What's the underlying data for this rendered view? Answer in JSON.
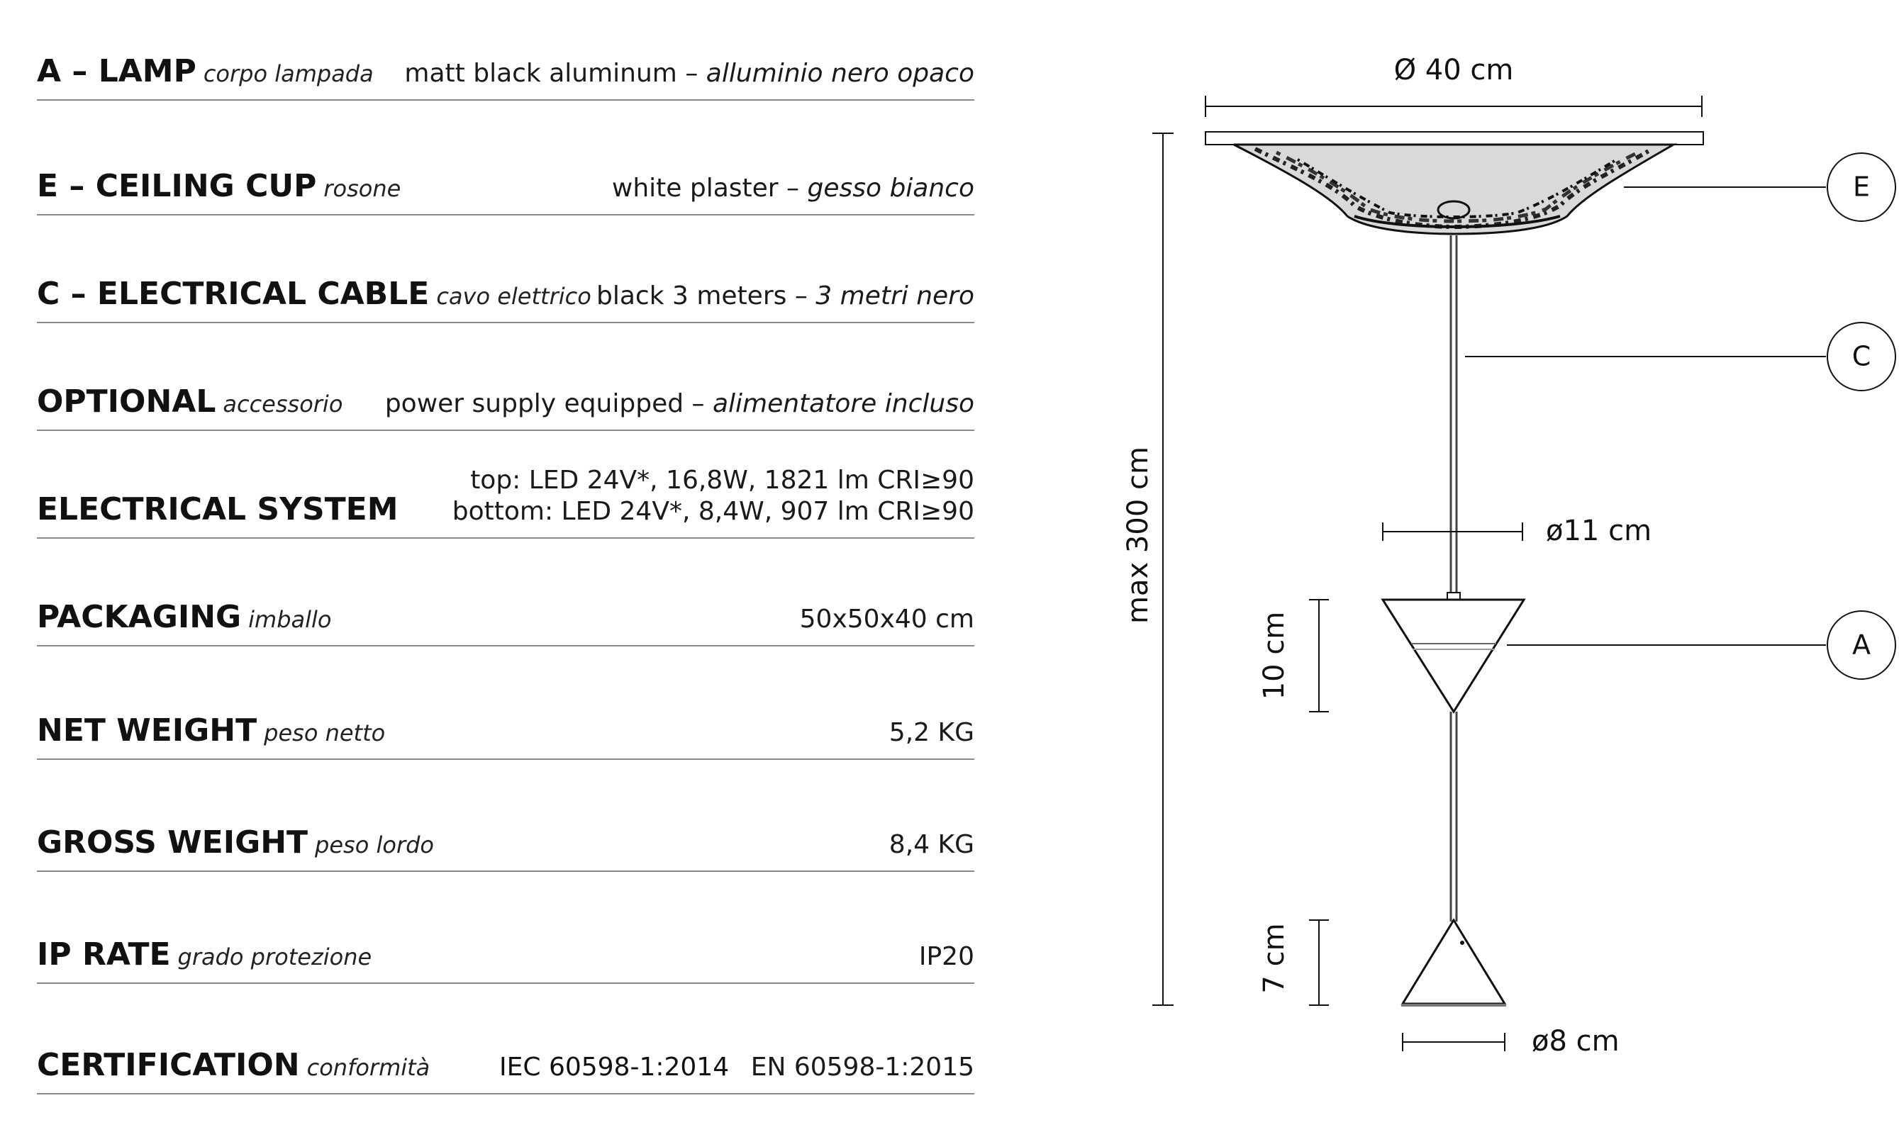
{
  "specs": [
    {
      "main": "A – LAMP",
      "sub": "corpo lampada",
      "value": "matt black aluminum – ",
      "value_it": "alluminio nero opaco"
    },
    {
      "main": "E – CEILING CUP",
      "sub": "rosone",
      "value": "white plaster – ",
      "value_it": "gesso bianco"
    },
    {
      "main": "C – ELECTRICAL CABLE",
      "sub": "cavo elettrico",
      "value": "black 3 meters  – ",
      "value_it": "3 metri nero"
    },
    {
      "main": "OPTIONAL",
      "sub": "accessorio",
      "value": "power supply equipped – ",
      "value_it": "alimentatore incluso"
    },
    {
      "main": "ELECTRICAL SYSTEM",
      "sub": "",
      "value_line1": "top: LED 24V*, 16,8W, 1821 lm CRI≥90",
      "value_line2": "bottom: LED 24V*, 8,4W, 907 lm CRI≥90"
    },
    {
      "main": "PACKAGING",
      "sub": "imballo",
      "value": "50x50x40 cm",
      "value_it": ""
    },
    {
      "main": "NET WEIGHT",
      "sub": "peso netto",
      "value": "5,2 KG",
      "value_it": ""
    },
    {
      "main": "GROSS WEIGHT",
      "sub": "peso lordo",
      "value": "8,4 KG",
      "value_it": ""
    },
    {
      "main": "IP RATE",
      "sub": "grado protezione",
      "value": "IP20",
      "value_it": ""
    },
    {
      "main": "CERTIFICATION",
      "sub": "conformità",
      "value": "EN 60598-1:2015",
      "value_alt": "IEC 60598-1:2014"
    }
  ],
  "drawing": {
    "dim_top_diameter": "Ø 40 cm",
    "dim_height": "max 300 cm",
    "dim_cone_diameter": "ø11 cm",
    "dim_cone_height": "10 cm",
    "dim_small_height": "7 cm",
    "dim_small_diameter": "ø8 cm",
    "callout_e": "E",
    "callout_c": "C",
    "callout_a": "A"
  }
}
